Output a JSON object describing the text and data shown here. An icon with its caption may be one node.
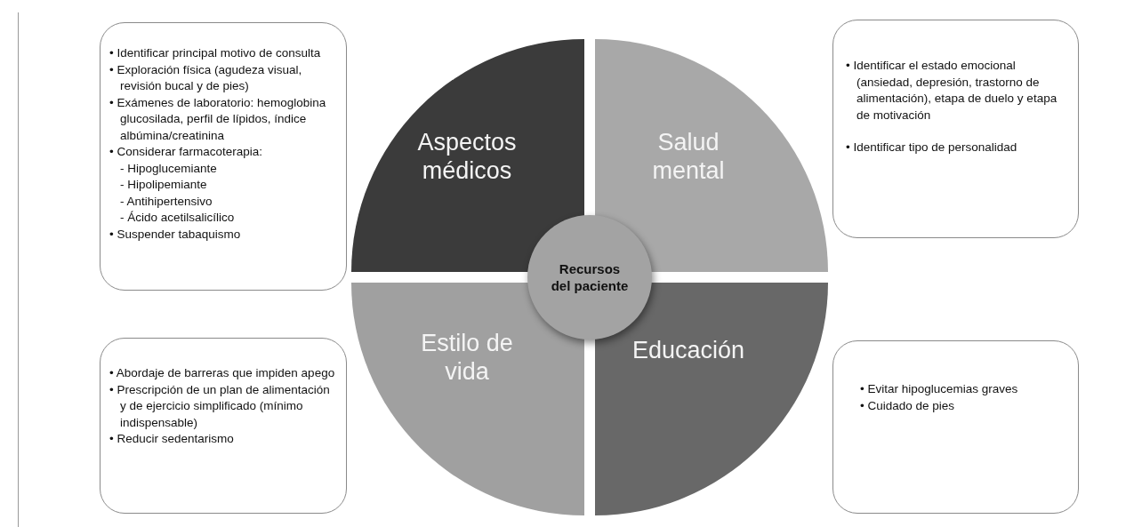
{
  "diagram": {
    "nodes": [
      {
        "text": [
          "• Identificar principal motivo de consulta",
          "• Exploración física (agudeza visual, revisión bucal y de pies)",
          "• Exámenes de laboratorio: hemoglobina glucosilada, perfil de lípidos, índice albúmina/creatinina",
          "• Considerar farmacoterapia:",
          "- Hipoglucemiante",
          "- Hipolipemiante",
          "- Antihipertensivo",
          "- Ácido acetilsalicílico",
          "• Suspender tabaquismo"
        ]
      },
      {
        "text": [
          "Aspectos médicos"
        ]
      },
      {
        "text": [
          "Salud mental"
        ]
      },
      {
        "text": [
          "• Identificar el estado emocional (ansiedad, depresión, trastorno de alimentación), etapa de duelo y etapa de motivación",
          "• Identificar tipo de personalidad"
        ]
      },
      {
        "text": [
          "Recursos del paciente"
        ]
      },
      {
        "text": [
          "• Abordaje de barreras que impiden apego",
          "• Prescripción de un plan de alimentación y de ejercicio simplificado (mínimo indispensable)",
          "• Reducir sedentarismo"
        ]
      },
      {
        "text": [
          "Estilo de vida"
        ]
      },
      {
        "text": [
          "Educación"
        ]
      },
      {
        "text": [
          "• Evitar hipoglucemias graves",
          "• Cuidado de pies"
        ]
      }
    ]
  }
}
